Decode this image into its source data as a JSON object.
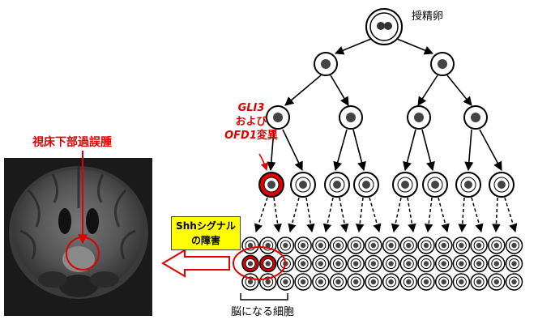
{
  "labels": {
    "zygote": "授精卵",
    "mutation_gene_1": "GLI3",
    "mutation_line_2": "および",
    "mutation_gene_2": "OFD1",
    "mutation_line_3_suffix": "変異",
    "hamartoma": "視床下部過誤腫",
    "shh_line_1": "Shhシグナル",
    "shh_line_2": "の障害",
    "brain_cells": "脳になる細胞"
  },
  "colors": {
    "mutant_cell": "#e00000",
    "label_red": "#e00000",
    "shh_box": "#ffff00"
  },
  "image": {
    "mri_description_icon": "brain-mri-coronal-image"
  }
}
